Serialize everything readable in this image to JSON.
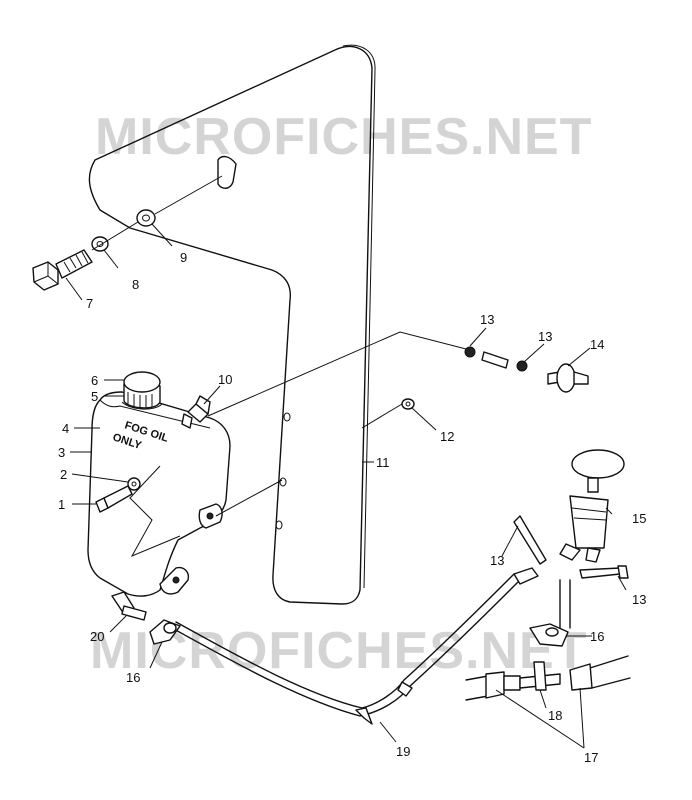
{
  "watermark": "MICROFICHES.NET",
  "tank_label": [
    "FOG OIL",
    "ONLY"
  ],
  "callouts": {
    "c1": "1",
    "c2": "2",
    "c3": "3",
    "c4": "4",
    "c5": "5",
    "c6": "6",
    "c7": "7",
    "c8": "8",
    "c9": "9",
    "c10": "10",
    "c11": "11",
    "c12": "12",
    "c13a": "13",
    "c13b": "13",
    "c13c": "13",
    "c13d": "13",
    "c14": "14",
    "c15": "15",
    "c16a": "16",
    "c16b": "16",
    "c17": "17",
    "c18": "18",
    "c19": "19",
    "c20": "20"
  }
}
